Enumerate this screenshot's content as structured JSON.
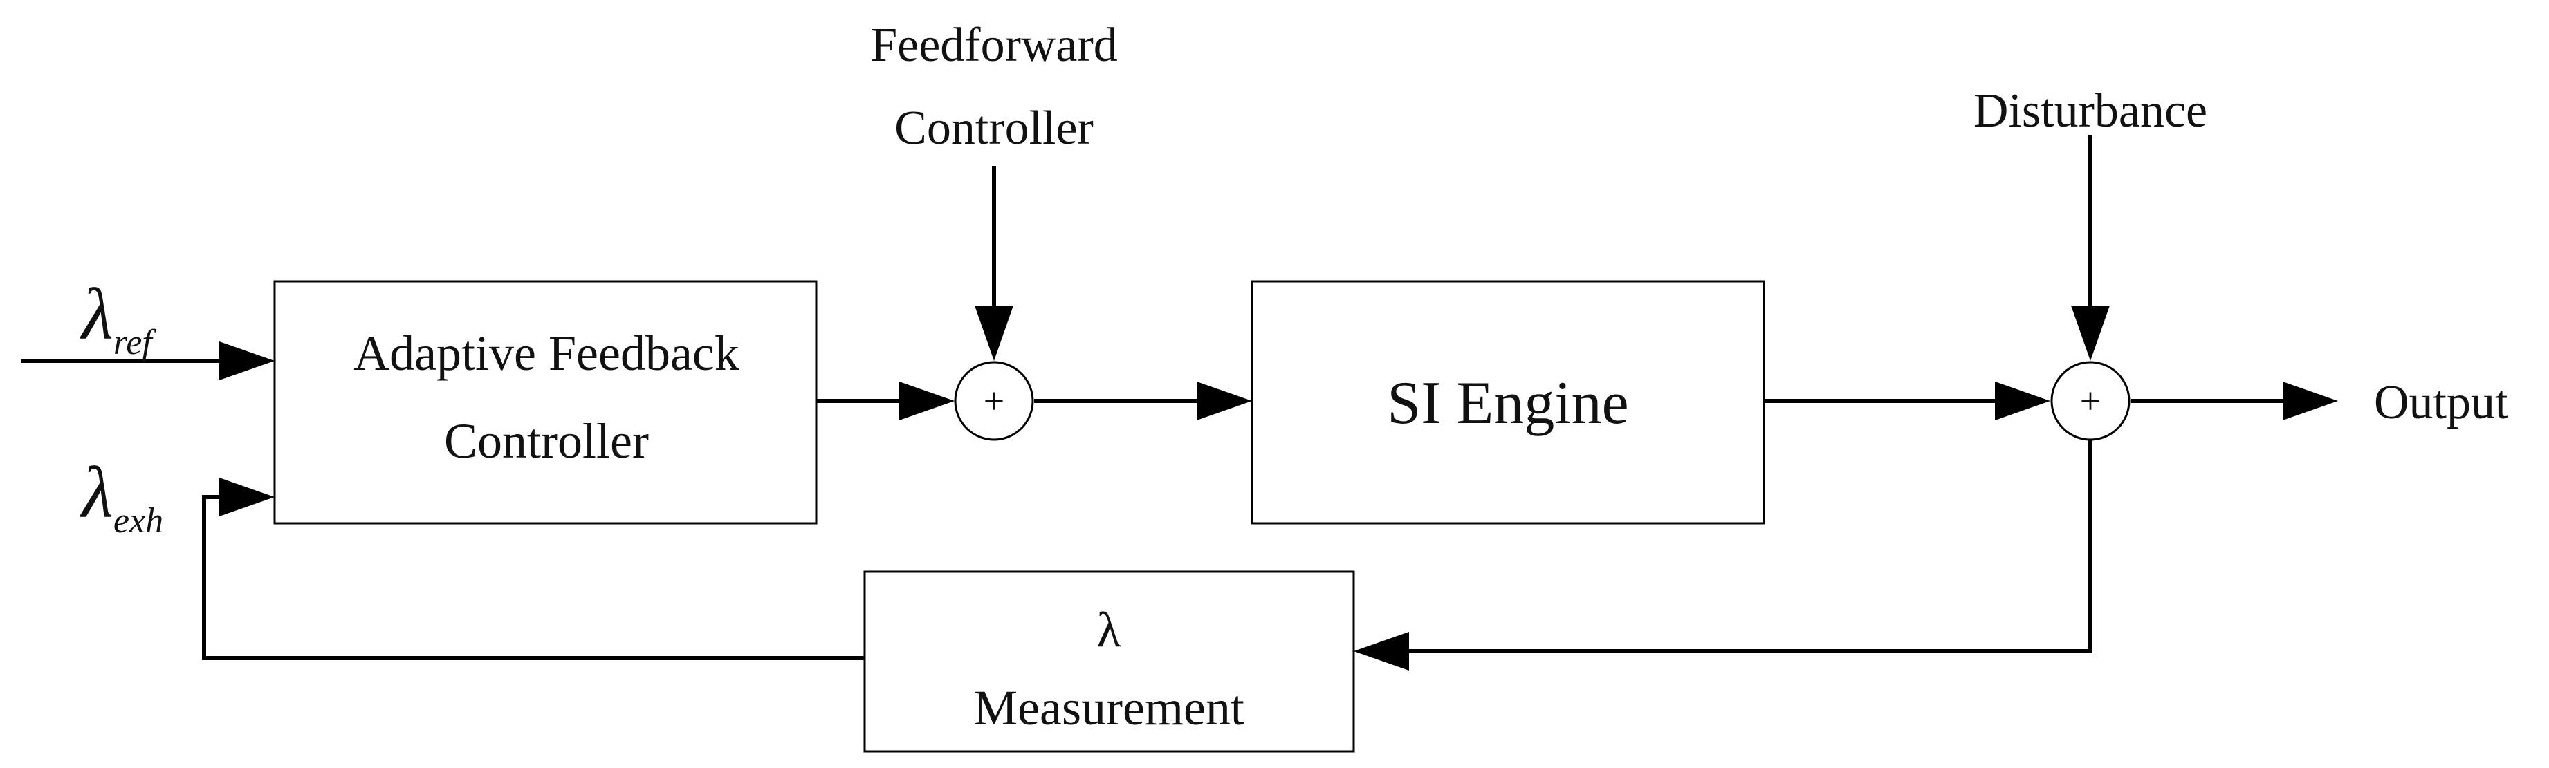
{
  "blocks": {
    "adaptive_controller": {
      "line1": "Adaptive Feedback",
      "line2": "Controller"
    },
    "si_engine": {
      "label": "SI Engine"
    },
    "measurement": {
      "line1": "λ",
      "line2": "Measurement"
    }
  },
  "external": {
    "feedforward": {
      "line1": "Feedforward",
      "line2": "Controller"
    },
    "disturbance": "Disturbance",
    "output": "Output"
  },
  "signals": {
    "lambda_ref": {
      "symbol": "λ",
      "subscript": "ref"
    },
    "lambda_exh": {
      "symbol": "λ",
      "subscript": "exh"
    }
  },
  "summing_junctions": {
    "sum_feedforward": "+",
    "sum_disturbance": "+"
  }
}
